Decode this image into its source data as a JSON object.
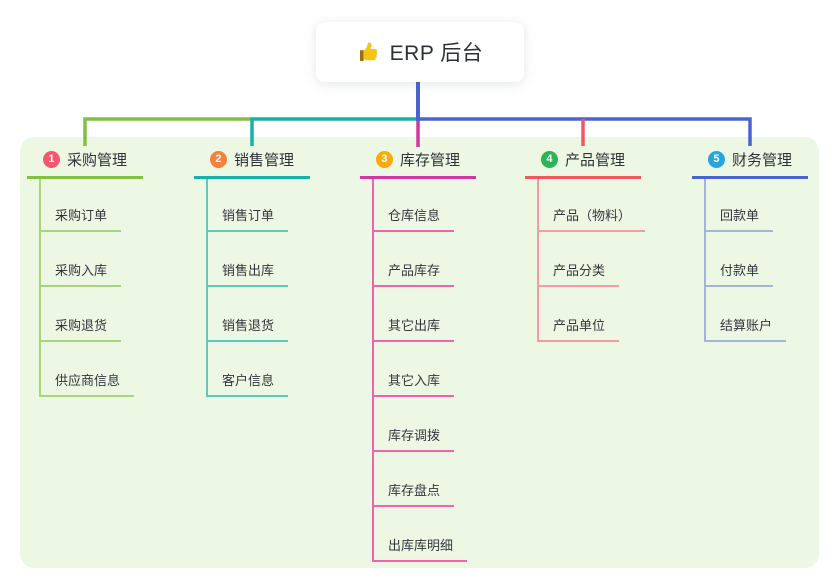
{
  "root": {
    "title": "ERP 后台",
    "icon": "thumbs-up-icon"
  },
  "connector_color": "#4a63d2",
  "panel_color": "#ecf7e4",
  "text_colors": {
    "header": "#2f3338",
    "child": "#33373d"
  },
  "branches": [
    {
      "num": "1",
      "label": "采购管理",
      "badge_color": "#f4586c",
      "line_color": "#82bf43",
      "light_line_color": "#a6d57c",
      "children": [
        "采购订单",
        "采购入库",
        "采购退货",
        "供应商信息"
      ]
    },
    {
      "num": "2",
      "label": "销售管理",
      "badge_color": "#f6823b",
      "line_color": "#18b1a7",
      "light_line_color": "#5ecabe",
      "children": [
        "销售订单",
        "销售出库",
        "销售退货",
        "客户信息"
      ]
    },
    {
      "num": "3",
      "label": "库存管理",
      "badge_color": "#f9aa0d",
      "line_color": "#d0389f",
      "light_line_color": "#ee65ad",
      "children": [
        "仓库信息",
        "产品库存",
        "其它出库",
        "其它入库",
        "库存调拨",
        "库存盘点",
        "出库库明细"
      ]
    },
    {
      "num": "4",
      "label": "产品管理",
      "badge_color": "#2db456",
      "line_color": "#f2575f",
      "light_line_color": "#f89aa1",
      "children": [
        "产品（物料）",
        "产品分类",
        "产品单位"
      ]
    },
    {
      "num": "5",
      "label": "财务管理",
      "badge_color": "#28a4e1",
      "line_color": "#4a63d2",
      "light_line_color": "#a2b3dc",
      "children": [
        "回款单",
        "付款单",
        "结算账户"
      ]
    }
  ]
}
